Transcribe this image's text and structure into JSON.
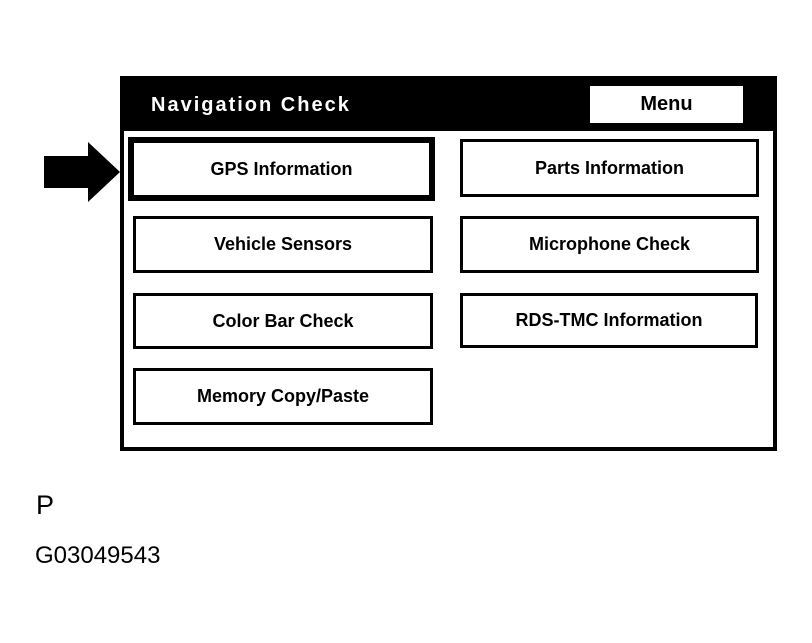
{
  "panel": {
    "title": "Navigation Check",
    "menu_button_label": "Menu",
    "colors": {
      "header_bg": "#000000",
      "header_text": "#ffffff",
      "panel_bg": "#ffffff",
      "button_border": "#000000",
      "button_text": "#000000"
    },
    "buttons": [
      {
        "label": "GPS Information",
        "highlighted": true
      },
      {
        "label": "Parts Information",
        "highlighted": false
      },
      {
        "label": "Vehicle Sensors",
        "highlighted": false
      },
      {
        "label": "Microphone Check",
        "highlighted": false
      },
      {
        "label": "Color Bar Check",
        "highlighted": false
      },
      {
        "label": "RDS-TMC Information",
        "highlighted": false
      },
      {
        "label": "Memory Copy/Paste",
        "highlighted": false
      }
    ]
  },
  "annotation": {
    "arrow_target": "GPS Information"
  },
  "figure": {
    "label": "P",
    "code": "G03049543"
  }
}
